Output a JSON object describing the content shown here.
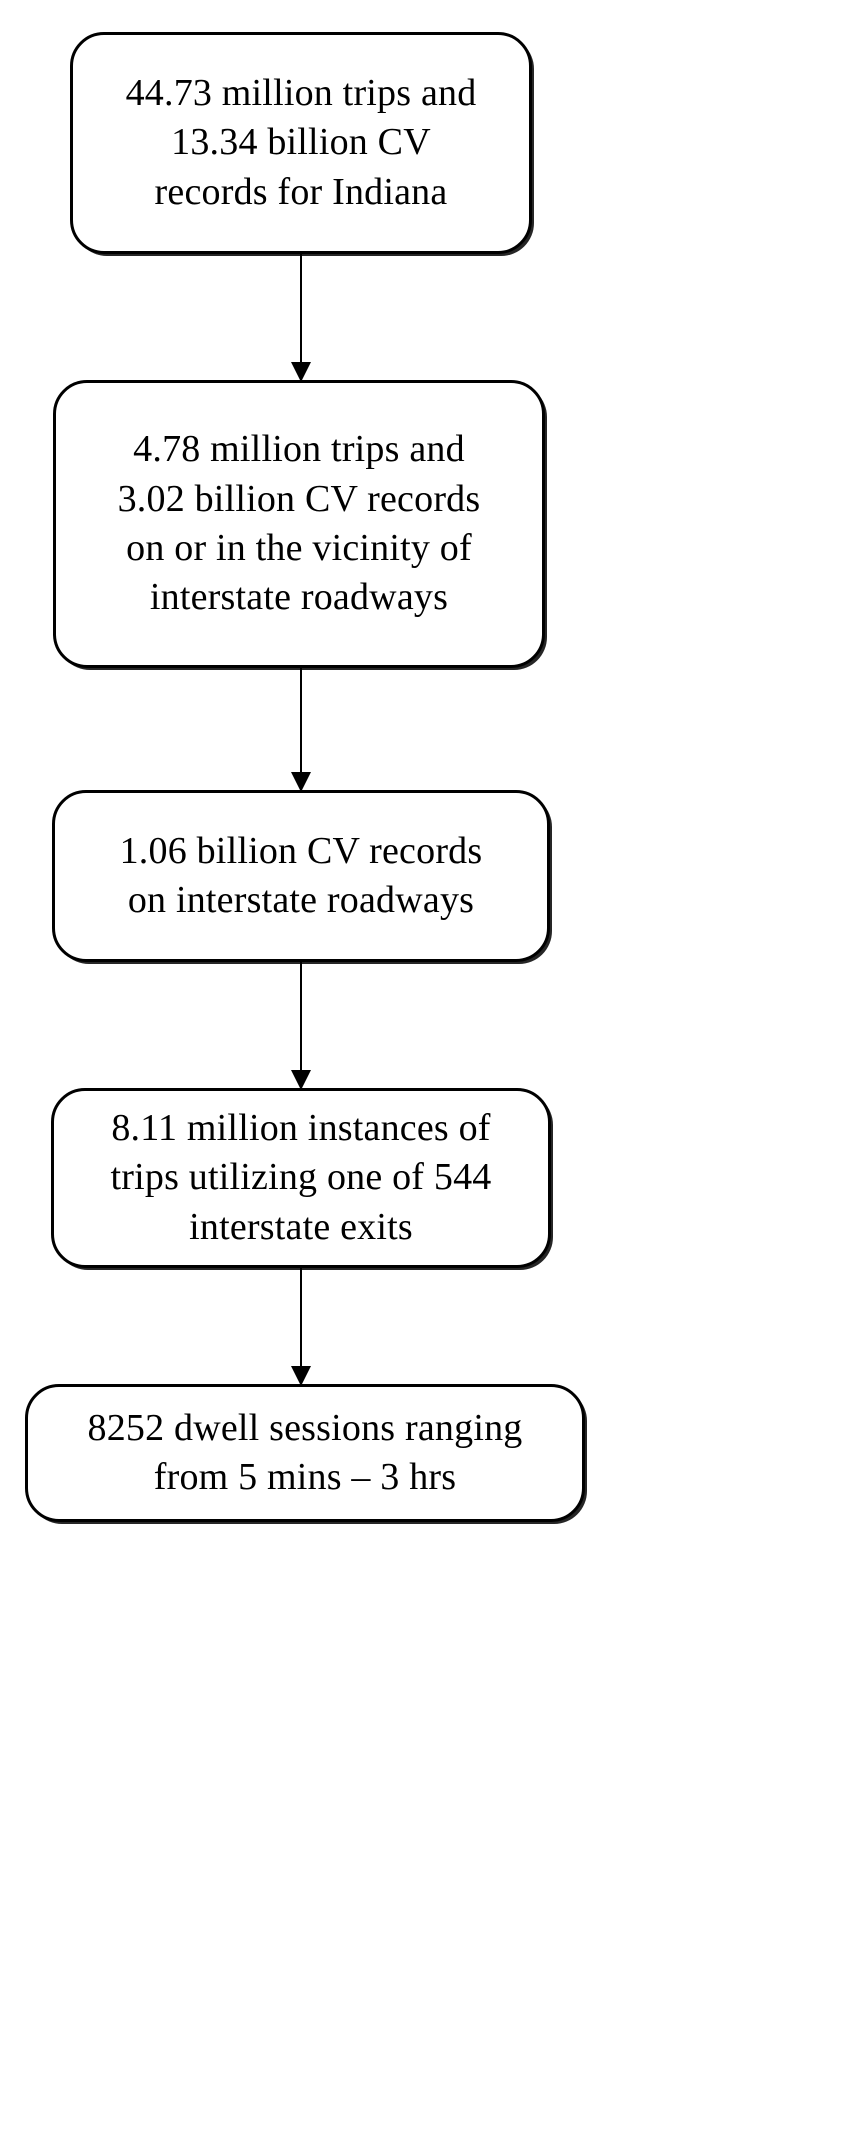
{
  "diagram": {
    "type": "flowchart",
    "orientation": "vertical-top-to-bottom",
    "shape": "rounded-rectangle",
    "border_color": "#000000",
    "fill_color": "#ffffff",
    "text_color": "#000000",
    "nodes": [
      {
        "id": "node-1",
        "text": "44.73 million trips and\n13.34 billion CV\nrecords for Indiana",
        "lines": [
          "44.73 million trips and",
          "13.34 billion CV",
          "records for Indiana"
        ]
      },
      {
        "id": "node-2",
        "text": "4.78 million trips and\n3.02 billion CV records\non or in the vicinity of\ninterstate roadways",
        "lines": [
          "4.78 million trips and",
          "3.02 billion CV records",
          "on or in the vicinity of",
          "interstate roadways"
        ]
      },
      {
        "id": "node-3",
        "text": "1.06 billion CV records\non interstate roadways",
        "lines": [
          "1.06 billion CV records",
          "on interstate roadways"
        ]
      },
      {
        "id": "node-4",
        "text": "8.11 million instances of\ntrips utilizing one of 544\ninterstate exits",
        "lines": [
          "8.11 million instances of",
          "trips utilizing one of 544",
          "interstate exits"
        ]
      },
      {
        "id": "node-5",
        "text": "8252  dwell sessions ranging\nfrom 5 mins – 3 hrs",
        "lines": [
          "8252  dwell sessions ranging",
          "from 5 mins – 3 hrs"
        ]
      }
    ],
    "connectors": [
      {
        "id": "conn-1",
        "from": "node-1",
        "to": "node-2",
        "style": "arrow-down"
      },
      {
        "id": "conn-2",
        "from": "node-2",
        "to": "node-3",
        "style": "arrow-down"
      },
      {
        "id": "conn-3",
        "from": "node-3",
        "to": "node-4",
        "style": "arrow-down"
      },
      {
        "id": "conn-4",
        "from": "node-4",
        "to": "node-5",
        "style": "arrow-down"
      }
    ]
  }
}
